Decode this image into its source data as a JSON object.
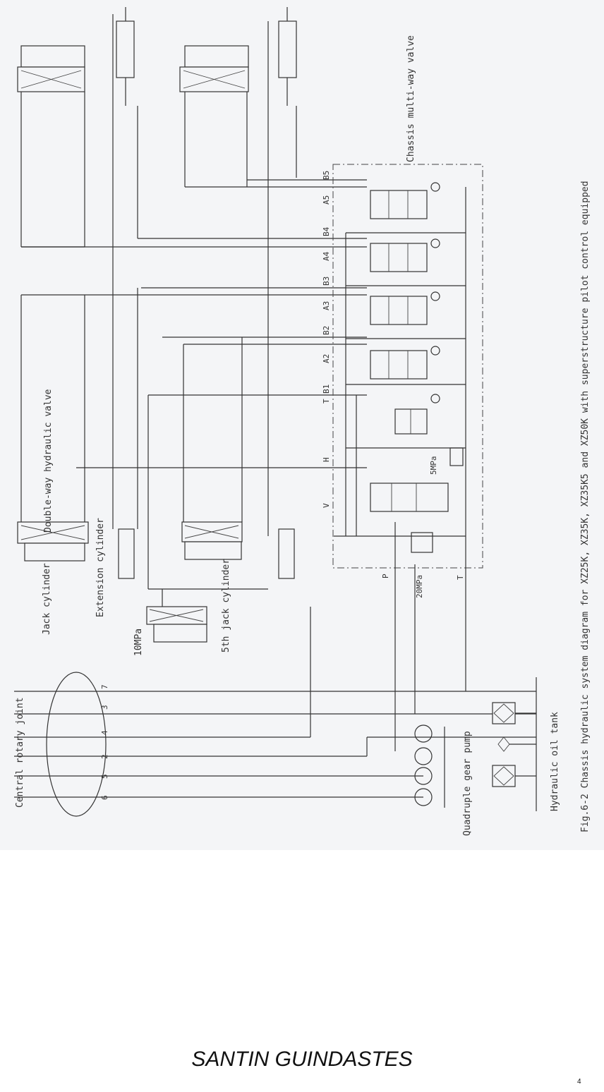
{
  "diagram": {
    "caption": "Fig.6-2    Chassis hydraulic system diagram for XZ25K, XZ35K, XZ35K5 and XZ50K with superstructure pilot control equipped",
    "labels": {
      "central_rotary_joint": "Central rotary joint",
      "quadruple_gear_pump": "Quadruple gear pump",
      "hydraulic_oil_tank": "Hydraulic oil tank",
      "jack_cylinder": "Jack cylinder",
      "extension_cylinder": "Extension cylinder",
      "fifth_jack_cylinder": "5th jack cylinder",
      "double_way_valve": "Double-way hydraulic valve",
      "chassis_multiway_valve": "Chassis multi-way valve",
      "p_10mpa": "10MPa",
      "p_20mpa": "20MPa",
      "p_5mpa": "5MPa"
    },
    "rotary_joint_ports": [
      "6",
      "5",
      "2",
      "4",
      "3",
      "7"
    ],
    "valve_ports": [
      "V",
      "H",
      "T",
      "B1",
      "A2",
      "B2",
      "A3",
      "B3",
      "A4",
      "B4",
      "A5",
      "B5"
    ],
    "port_letters": {
      "p": "P",
      "t": "T"
    }
  },
  "footer": {
    "brand": "SANTIN GUINDASTES",
    "page_mark": "4"
  }
}
